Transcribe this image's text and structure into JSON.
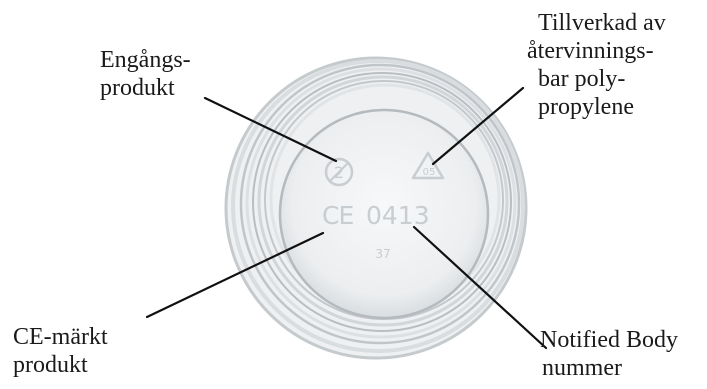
{
  "labels": {
    "single_use": {
      "line1": "Engångs-",
      "line2": "produkt"
    },
    "recyclable": {
      "line1": "Tillverkad av",
      "line2": "återvinnings-",
      "line3": "bar poly-",
      "line4": "propylene"
    },
    "ce_marked": {
      "line1": "CE-märkt",
      "line2": "produkt"
    },
    "notified_body": {
      "line1": "Notified Body",
      "line2": "nummer"
    }
  },
  "markings": {
    "no_reuse_symbol": "2",
    "recycling_code": "05",
    "ce_mark": "CE",
    "notified_body_number": "0413",
    "mold_number": "37"
  },
  "colors": {
    "text": "#1a1a1a",
    "leader_line": "#111111",
    "cup_rim": "#bfc4c8",
    "cup_base": "#f3f4f5",
    "embossed": "#c8cdd1"
  }
}
